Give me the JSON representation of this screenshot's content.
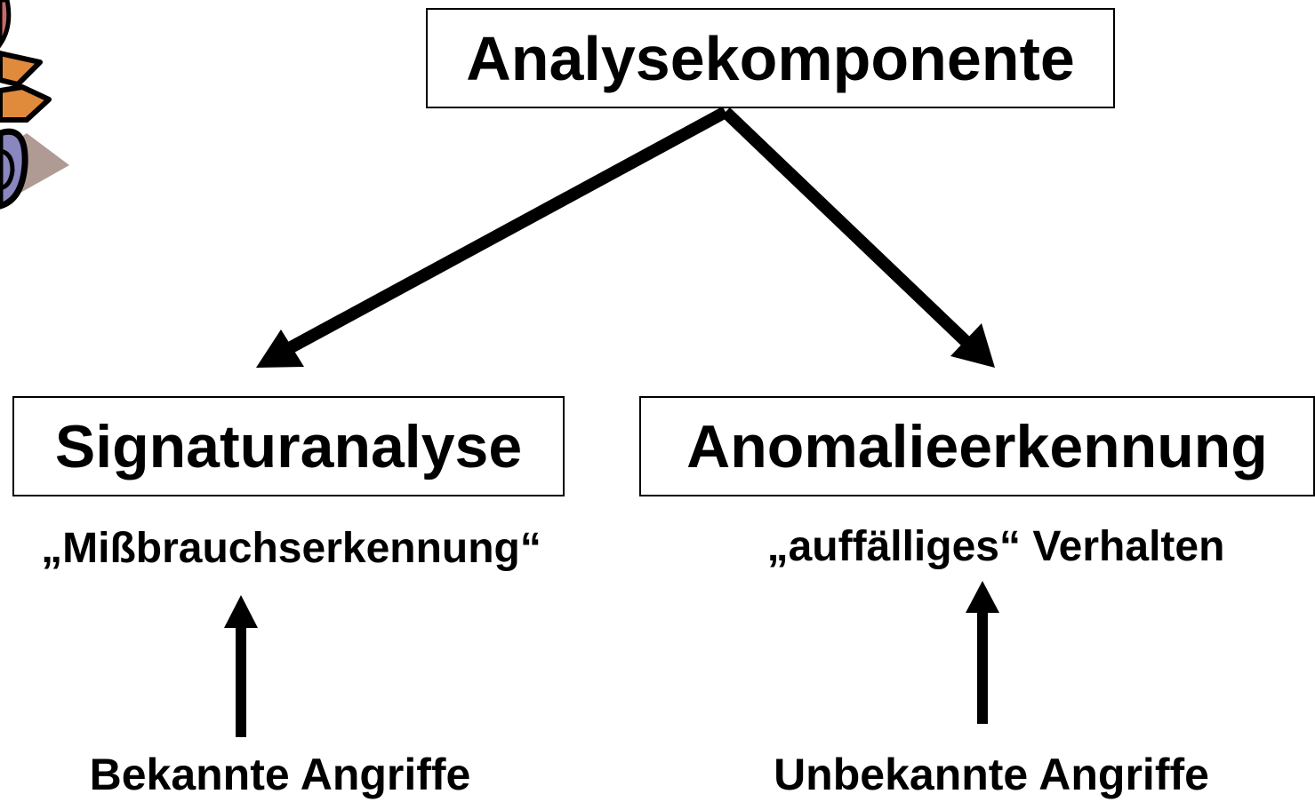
{
  "diagram": {
    "top_box": {
      "label": "Analysekomponente"
    },
    "left_box": {
      "label": "Signaturanalyse",
      "subtitle": "„Mißbrauchserkennung“",
      "source": "Bekannte Angriffe"
    },
    "right_box": {
      "label": "Anomalieerkennung",
      "subtitle": "„auffälliges“ Verhalten",
      "source": "Unbekannte Angriffe"
    },
    "colors": {
      "stroke": "#000000",
      "clipart_orange": "#e08a3c",
      "clipart_purple": "#8a86c0",
      "clipart_shadow": "#b09a94"
    }
  }
}
